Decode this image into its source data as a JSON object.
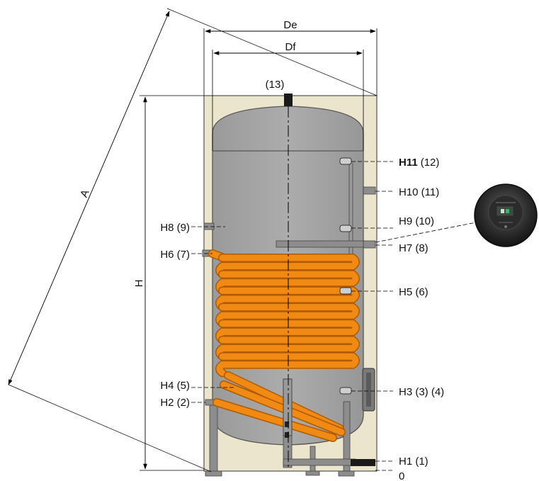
{
  "colors": {
    "insulation": "#ebe5cd",
    "tank": "#a3a3a3",
    "tank_stroke": "#555555",
    "coil": "#f08a12",
    "coil_edge": "#b05a00",
    "pipe": "#8d8d8d",
    "dark": "#1a1a1a",
    "line": "#000000"
  },
  "icons": {
    "thermometer": "round-dial-thermometer-icon"
  },
  "dimensions": {
    "De": "De",
    "Df": "Df",
    "A": "A",
    "H": "H"
  },
  "top_connection": "(13)",
  "left_labels": {
    "h8": "H8 (9)",
    "h6": "H6 (7)",
    "h4": "H4 (5)",
    "h2": "H2 (2)"
  },
  "right_labels": {
    "h11_main": "H11",
    "h11_num": "(12)",
    "h10": "H10 (11)",
    "h9": "H9 (10)",
    "h7": "H7 (8)",
    "h5": "H5 (6)",
    "h3": "H3 (3) (4)",
    "h1": "H1 (1)",
    "zero": "0"
  }
}
